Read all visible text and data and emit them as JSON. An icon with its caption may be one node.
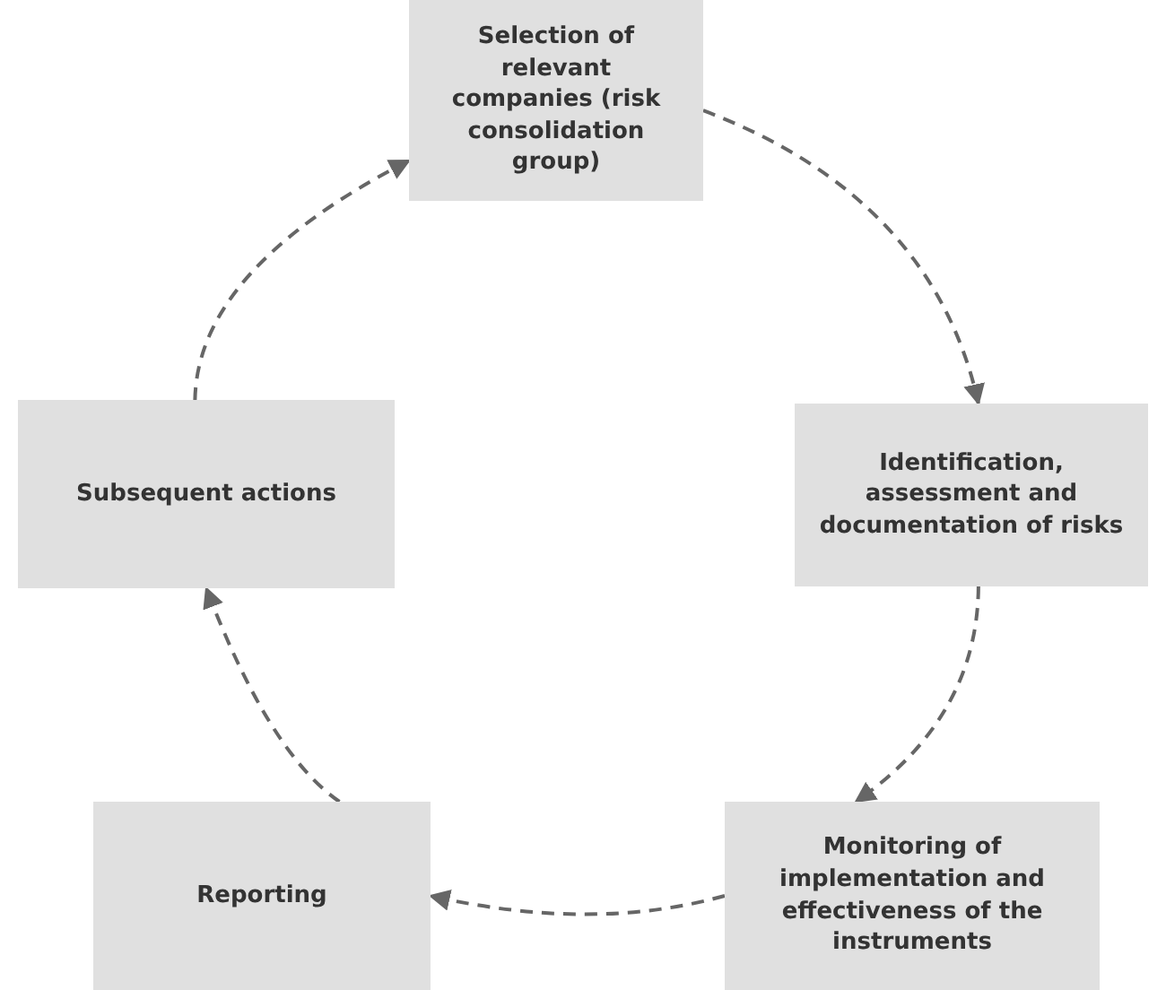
{
  "diagram": {
    "nodes": [
      {
        "text": [
          "Selection of relevant companies (risk consolidation group)"
        ]
      },
      {
        "text": [
          "Identification, assessment and documentation of risks"
        ]
      },
      {
        "text": [
          "Monitoring of implementation and effectiveness of the instruments"
        ]
      },
      {
        "text": [
          "Reporting"
        ]
      },
      {
        "text": [
          "Subsequent actions"
        ]
      }
    ],
    "edges": [
      {
        "from": 0,
        "to": 1,
        "arrow": "to",
        "style": "dashed"
      },
      {
        "from": 1,
        "to": 2,
        "arrow": "to",
        "style": "dashed"
      },
      {
        "from": 2,
        "to": 3,
        "arrow": "to",
        "style": "dashed"
      },
      {
        "from": 3,
        "to": 4,
        "arrow": "to",
        "style": "dashed"
      },
      {
        "from": 4,
        "to": 0,
        "arrow": "to",
        "style": "dashed"
      }
    ]
  }
}
